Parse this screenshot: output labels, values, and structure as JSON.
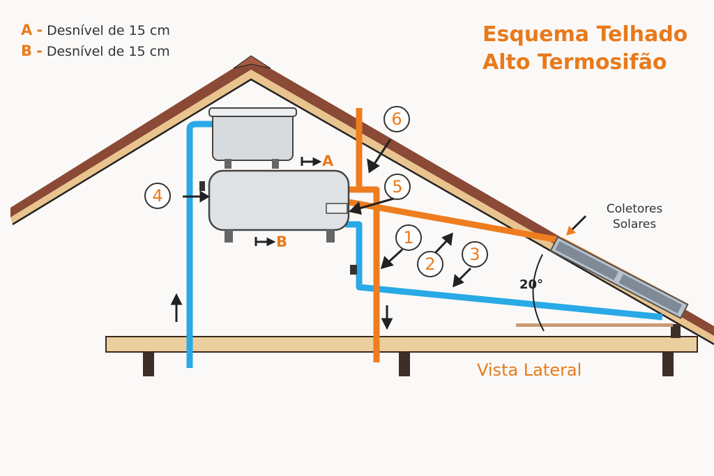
{
  "title": {
    "line1": "Esquema Telhado",
    "line2": "Alto Termosifão"
  },
  "legend": [
    {
      "key": "A",
      "sep": "-",
      "text": "Desnível de 15 cm"
    },
    {
      "key": "B",
      "sep": "-",
      "text": "Desnível de 15 cm"
    }
  ],
  "labels": {
    "collectors_line1": "Coletores",
    "collectors_line2": "Solares",
    "angle": "20°",
    "view": "Vista Lateral",
    "marker_a": "A",
    "marker_b": "B"
  },
  "callouts": [
    "1",
    "2",
    "3",
    "4",
    "5",
    "6"
  ],
  "colors": {
    "hot": "#ee7d1f",
    "cold": "#29a9e6",
    "tile": "#8a4a35",
    "wood": "#e9c48f"
  }
}
